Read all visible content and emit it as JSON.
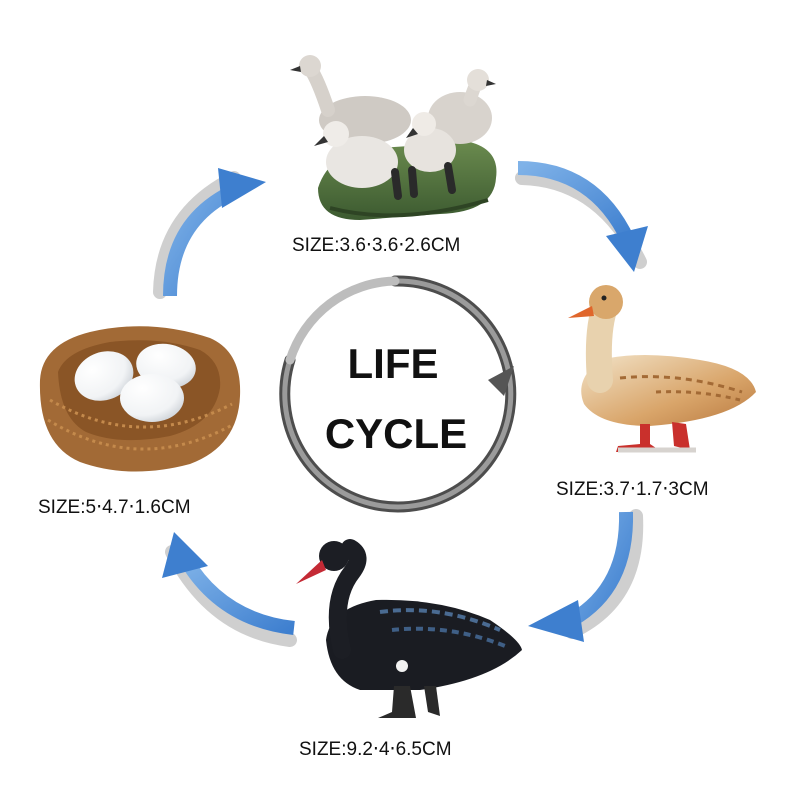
{
  "center": {
    "line1": "LIFE",
    "line2": "CYCLE"
  },
  "stages": [
    {
      "name": "goslings-figure",
      "size_label": "SIZE:3.6⋅3.6⋅2.6CM"
    },
    {
      "name": "juvenile-figure",
      "size_label": "SIZE:3.7⋅1.7⋅3CM"
    },
    {
      "name": "adult-swan-figure",
      "size_label": "SIZE:9.2⋅4⋅6.5CM"
    },
    {
      "name": "nest-eggs-figure",
      "size_label": "SIZE:5⋅4.7⋅1.6CM"
    }
  ],
  "colors": {
    "arrow_blue": "#4a90d9",
    "arrow_shadow": "#c9c9c9",
    "ring_grey": "#6e6e6e"
  }
}
